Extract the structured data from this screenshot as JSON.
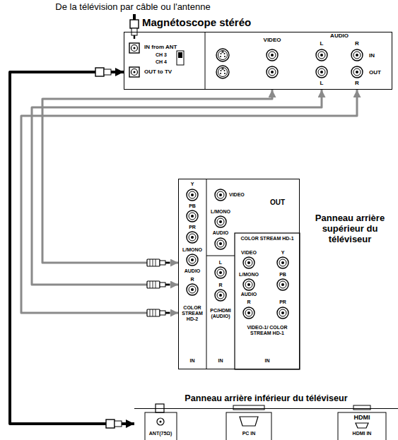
{
  "diagram": {
    "nodes": [
      {
        "text": [
          "Magnétoscope stéréo"
        ]
      },
      {
        "text": [
          "Panneau arrière supérieur du téléviseur"
        ]
      },
      {
        "text": [
          "Panneau arrière inférieur du téléviseur"
        ]
      }
    ],
    "edges": [
      {
        "from": 0,
        "to": 1,
        "arrow": "both"
      },
      {
        "from": 0,
        "to": 1,
        "arrow": "both"
      },
      {
        "from": 0,
        "to": 1,
        "arrow": "both"
      },
      {
        "from": 0,
        "to": 2,
        "arrow": "both"
      }
    ],
    "labels": [
      "De la télévision par câble ou l'antenne",
      "IN from ANT",
      "CH 3",
      "CH 4",
      "OUT to TV",
      "VIDEO",
      "AUDIO",
      "L",
      "R",
      "IN",
      "OUT",
      "L",
      "R",
      "Y",
      "PB",
      "PR",
      "L/MONO",
      "AUDIO",
      "R",
      "COLOR STREAM HD-2",
      "IN",
      "VIDEO",
      "OUT",
      "L/MONO",
      "AUDIO",
      "L",
      "R",
      "PC/HDMI (AUDIO)",
      "IN",
      "COLOR STREAM HD-1",
      "VIDEO",
      "Y",
      "L/MONO",
      "PB",
      "AUDIO",
      "R",
      "PR",
      "VIDEO-1/ COLOR STREAM HD-1",
      "IN",
      "ANT(75Ω)",
      "PC IN",
      "HDMI",
      "HDMI IN"
    ]
  }
}
